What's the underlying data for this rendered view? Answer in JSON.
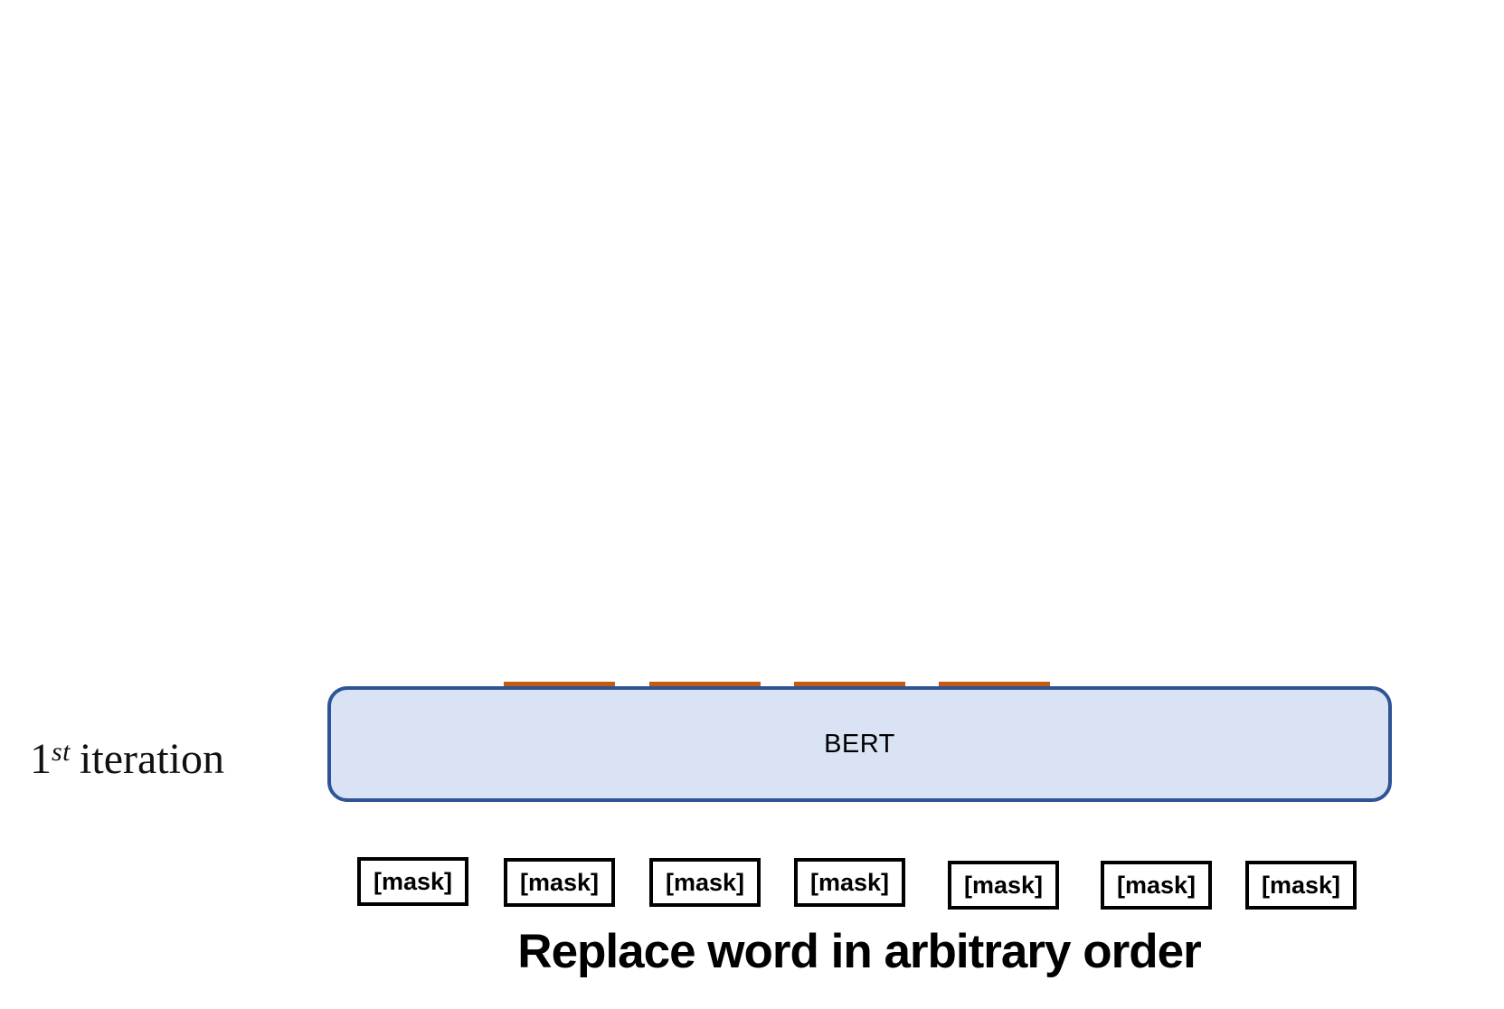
{
  "slide": {
    "iteration_label": {
      "base": "1",
      "superscript": "st",
      "rest": "iteration"
    },
    "bert": {
      "label": "BERT"
    },
    "hidden_inputs": {
      "count": 4,
      "color": "#c55a11"
    },
    "masks": [
      "[mask]",
      "[mask]",
      "[mask]",
      "[mask]",
      "[mask]",
      "[mask]",
      "[mask]"
    ],
    "caption": "Replace word in arbitrary order",
    "colors": {
      "bert_fill": "#dae3f3",
      "bert_border": "#2f5496",
      "hidden_input_top": "#c55a11",
      "mask_border": "#000000",
      "text": "#000000",
      "background": "#ffffff"
    }
  }
}
